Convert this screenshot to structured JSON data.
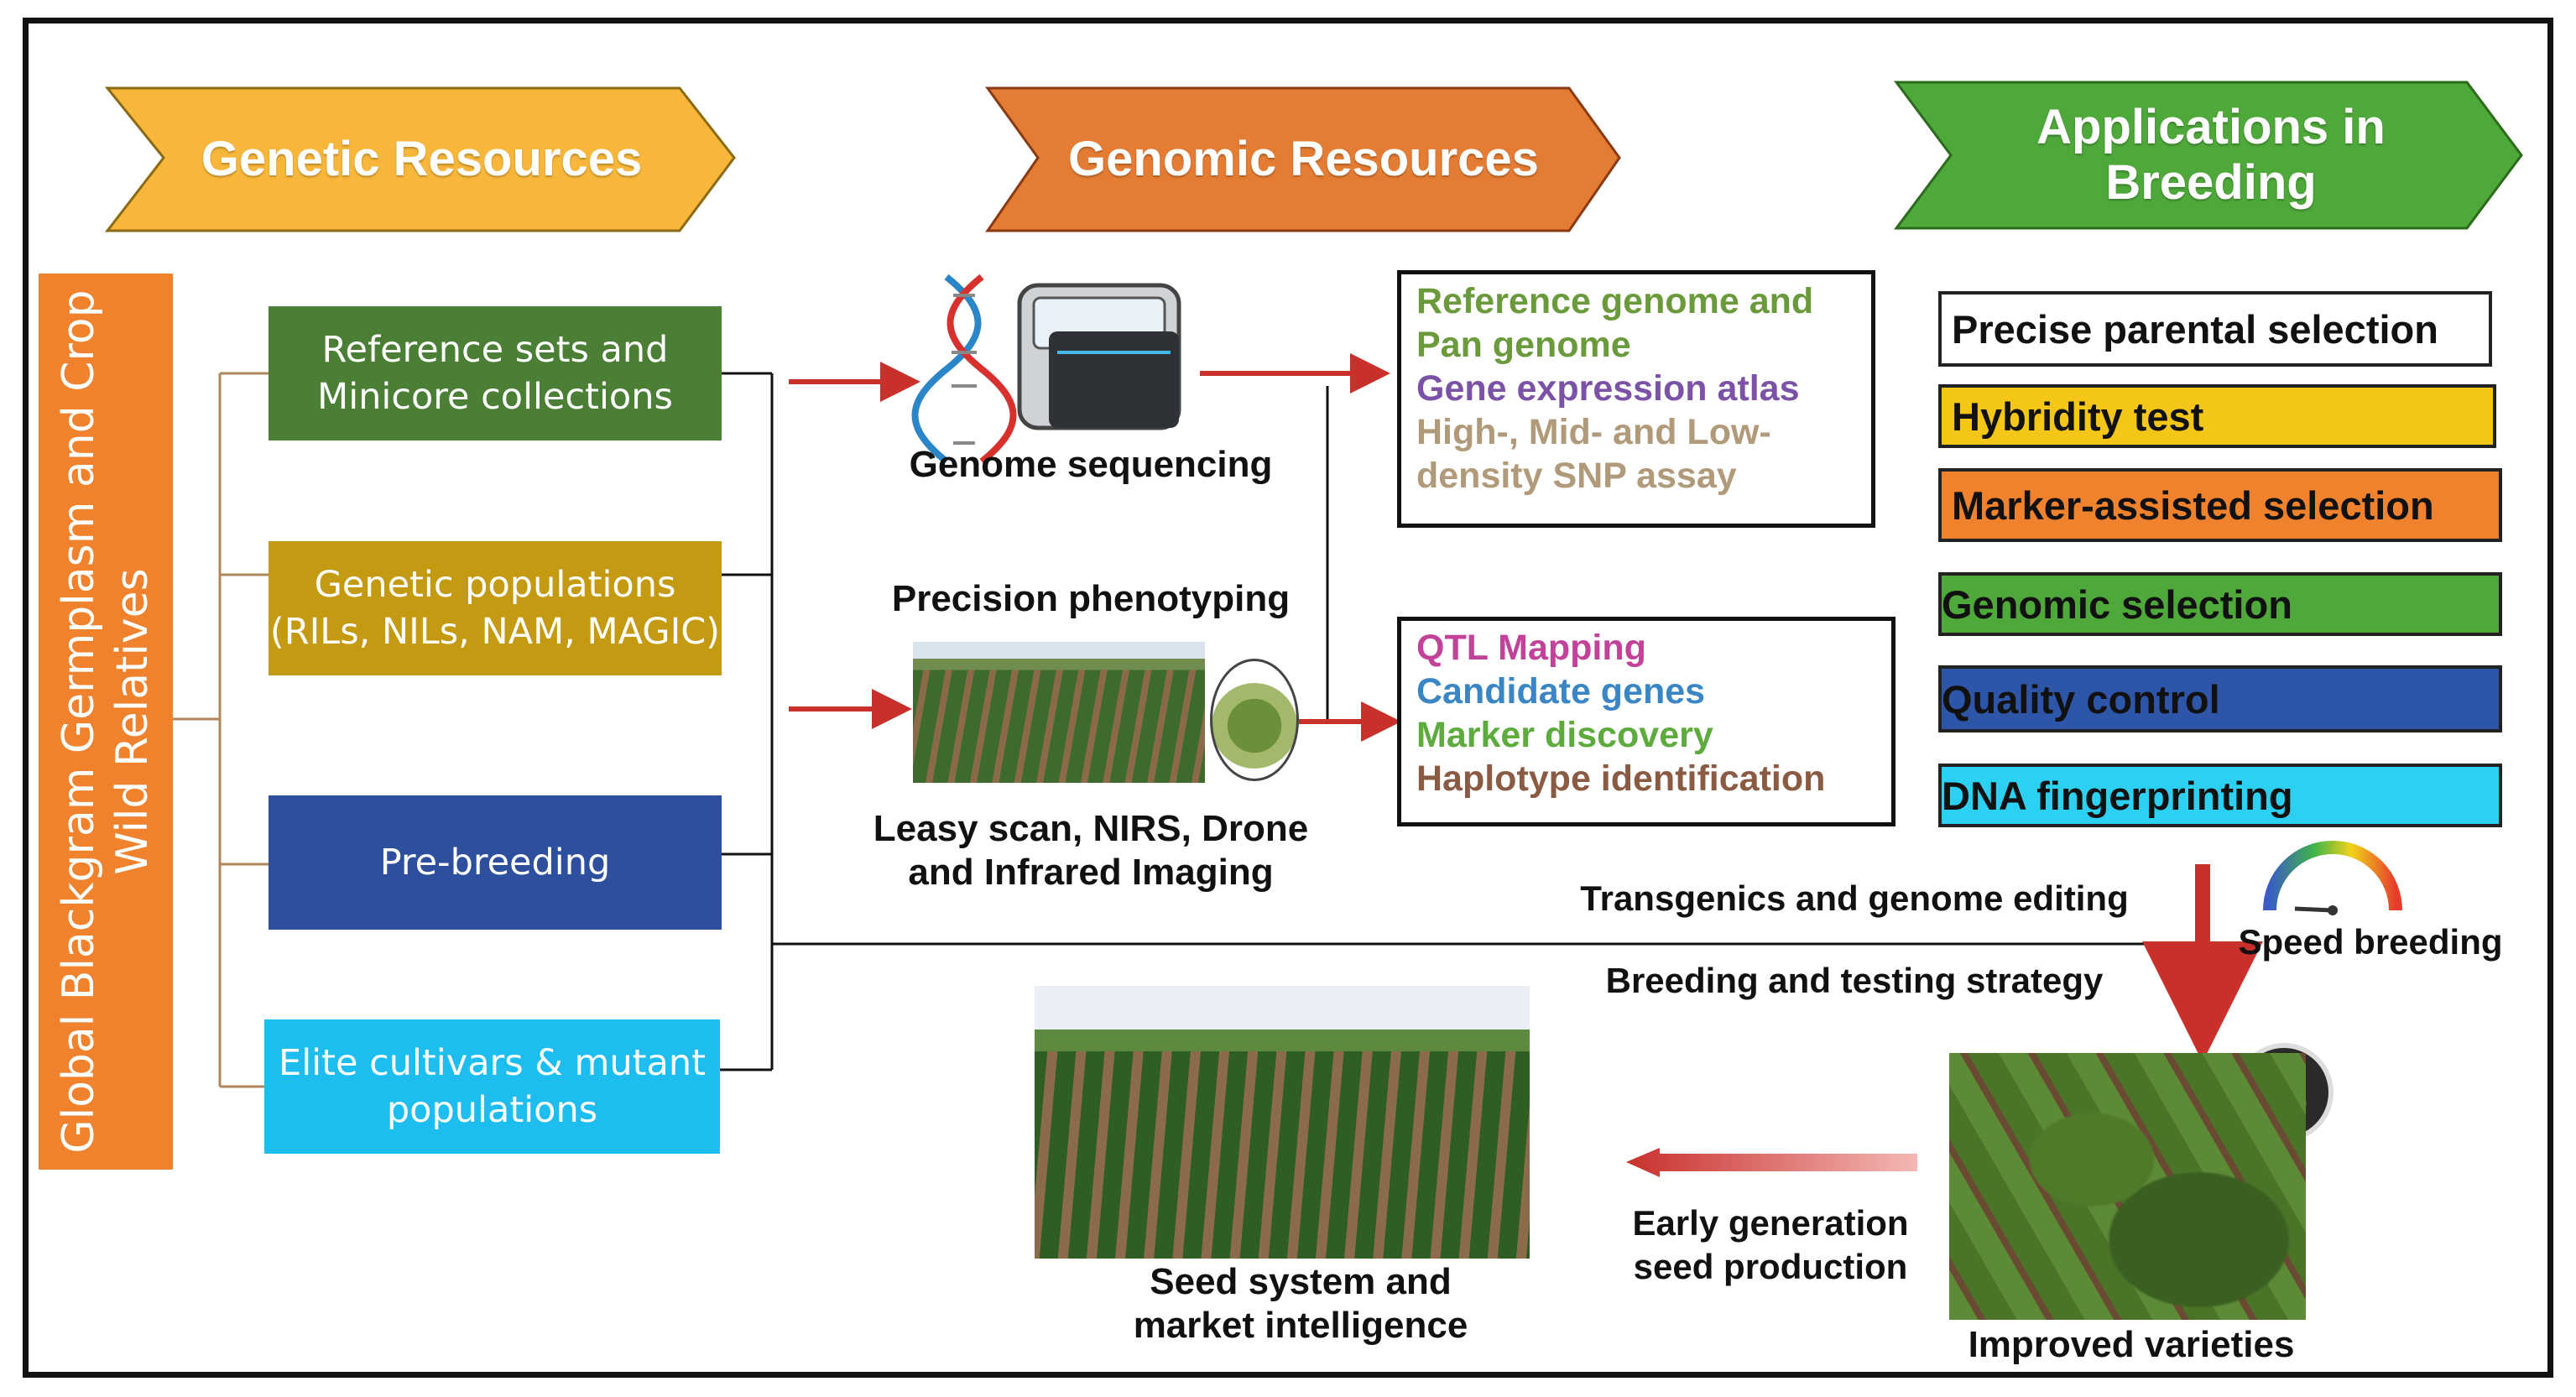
{
  "headers": {
    "genetic": "Genetic Resources",
    "genomic": "Genomic Resources",
    "applications": "Applications in Breeding"
  },
  "sidebar": {
    "label": "Global Blackgram Germplasm and Crop Wild Relatives"
  },
  "genetic_resources": [
    {
      "label": "Reference sets and Minicore collections",
      "color": "#4a7f35"
    },
    {
      "label": "Genetic populations (RILs, NILs, NAM, MAGIC)",
      "color": "#c49a12"
    },
    {
      "label": "Pre-breeding",
      "color": "#2d4f9e"
    },
    {
      "label": "Elite cultivars & mutant populations",
      "color": "#1ebdf0"
    }
  ],
  "genomic_tools": {
    "sequencing": "Genome sequencing",
    "phenotyping_title": "Precision phenotyping",
    "phenotyping_methods": "Leasy scan, NIRS, Drone and Infrared Imaging"
  },
  "genomic_outputs_1": [
    {
      "text": "Reference genome and",
      "color": "#6a9a3c"
    },
    {
      "text": "Pan genome",
      "color": "#6a9a3c"
    },
    {
      "text": "Gene expression atlas",
      "color": "#7b52a6"
    },
    {
      "text": "High-, Mid- and Low-",
      "color": "#b09a7a"
    },
    {
      "text": "density SNP assay",
      "color": "#b09a7a"
    }
  ],
  "genomic_outputs_2": [
    {
      "text": "QTL Mapping",
      "color": "#c2429a"
    },
    {
      "text": "Candidate genes",
      "color": "#3a86c4"
    },
    {
      "text": "Marker discovery",
      "color": "#5dab3c"
    },
    {
      "text": "Haplotype identification",
      "color": "#8a5a42"
    }
  ],
  "applications": [
    {
      "label": "Precise parental selection",
      "color": "#ffffff"
    },
    {
      "label": "Hybridity test",
      "color": "#f4c618"
    },
    {
      "label": "Marker-assisted selection",
      "color": "#f0822d"
    },
    {
      "label": "Genomic selection",
      "color": "#4ea83a"
    },
    {
      "label": "Quality control",
      "color": "#2d56a8"
    },
    {
      "label": "DNA fingerprinting",
      "color": "#2cd0f0"
    }
  ],
  "pipeline": {
    "transgenics": "Transgenics and genome editing",
    "breeding_strategy": "Breeding and testing strategy",
    "speed_breeding": "Speed breeding",
    "improved_varieties": "Improved varieties",
    "early_generation": "Early generation seed production",
    "seed_system": "Seed system and market intelligence"
  },
  "colors": {
    "genetic_header": "#f8b73a",
    "genomic_header": "#e57c34",
    "applications_header": "#4ea83a",
    "arrow_red": "#c8302c",
    "connector": "#b0865a"
  }
}
